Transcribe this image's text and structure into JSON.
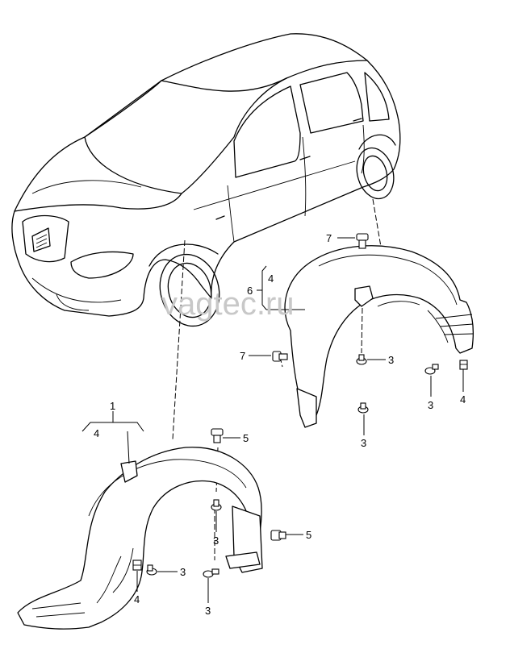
{
  "watermark": "vagtec.ru",
  "callouts": {
    "c1": "1",
    "c4_left": "4",
    "c5_top": "5",
    "c3_front_upper": "3",
    "c5_front_lower": "5",
    "c3_front_mid": "3",
    "c4_front": "4",
    "c3_front_bottom": "3",
    "c7_top": "7",
    "c6": "6",
    "c4_rear_group": "4",
    "c7_mid": "7",
    "c3_rear_upper": "3",
    "c3_rear_right": "3",
    "c4_rear_right": "4",
    "c3_rear_bottom": "3"
  }
}
